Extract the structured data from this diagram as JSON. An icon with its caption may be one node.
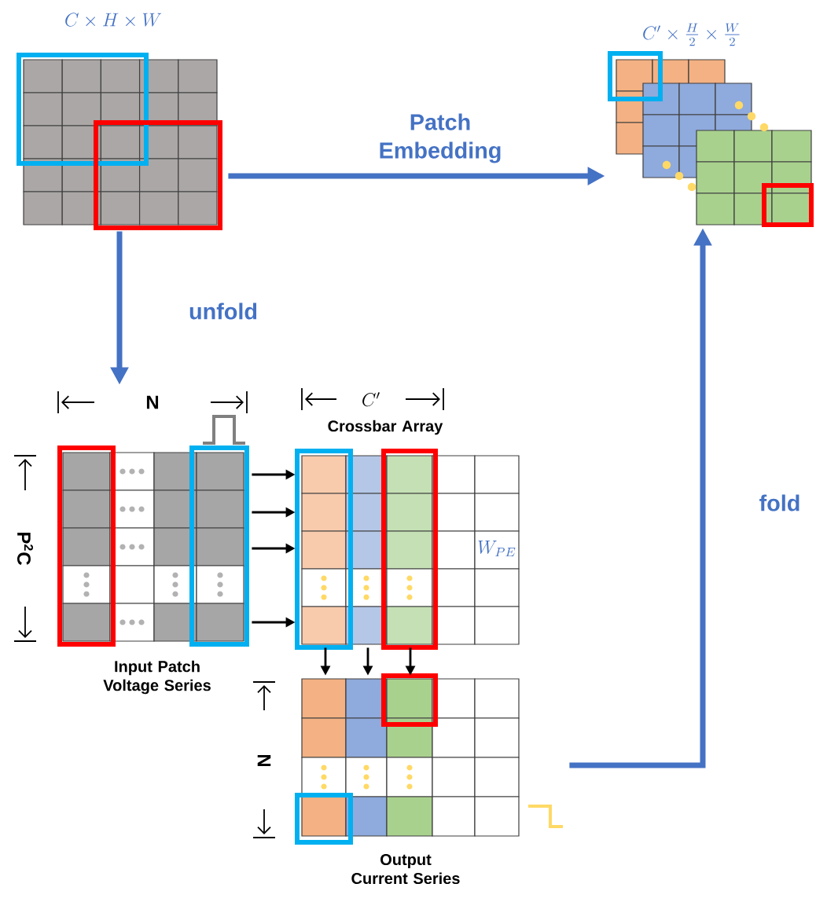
{
  "diagram": {
    "nodes": [
      {
        "text": [
          "C\\times H\\times W"
        ]
      },
      {
        "text": [
          "C'\\times\\frac{H}{2}\\times\\frac{W}{2}"
        ]
      },
      {
        "text": [
          "Input Patch Voltage Series"
        ]
      },
      {
        "text": [
          "Crossbar Array",
          "W_{PE}"
        ]
      },
      {
        "text": [
          "Output Current Series"
        ]
      }
    ],
    "edges": [
      {
        "from": 0,
        "to": 1,
        "arrow": "to",
        "label": "Patch Embedding",
        "style": "thick",
        "color": "#4472c4"
      },
      {
        "from": 0,
        "to": 2,
        "arrow": "to",
        "label": "unfold",
        "style": "thick",
        "color": "#4472c4"
      },
      {
        "from": 2,
        "to": 3,
        "arrow": "to"
      },
      {
        "from": 2,
        "to": 3,
        "arrow": "to"
      },
      {
        "from": 2,
        "to": 3,
        "arrow": "to"
      },
      {
        "from": 2,
        "to": 3,
        "arrow": "to"
      },
      {
        "from": 3,
        "to": 4,
        "arrow": "to"
      },
      {
        "from": 3,
        "to": 4,
        "arrow": "to"
      },
      {
        "from": 3,
        "to": 4,
        "arrow": "to"
      },
      {
        "from": 4,
        "to": 1,
        "arrow": "to",
        "label": "fold",
        "style": "thick",
        "color": "#4472c4"
      }
    ],
    "labels": [
      "\\mathbf{N}",
      "C'",
      "\\mathbf{P^{2}C}",
      "\\mathbf{N}"
    ]
  }
}
